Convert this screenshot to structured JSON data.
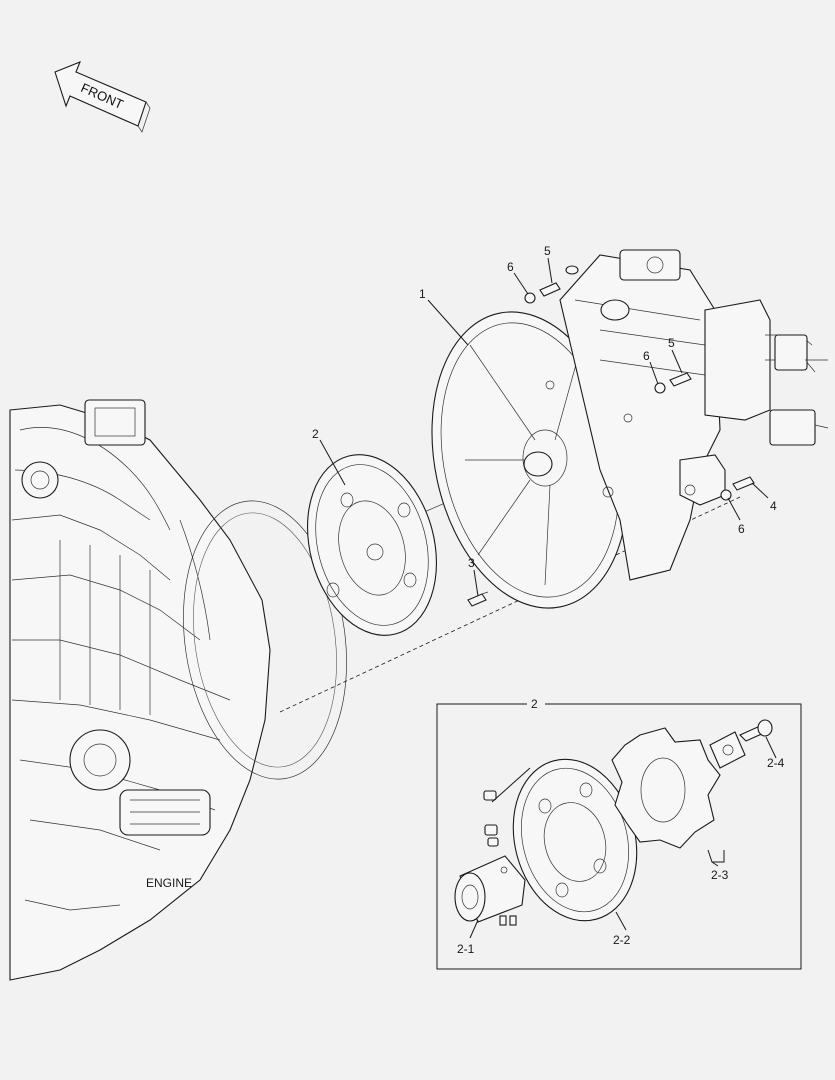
{
  "front_arrow": {
    "label": "FRONT"
  },
  "engine": {
    "label": "ENGINE"
  },
  "callouts": {
    "pump": "1",
    "coupling": "2",
    "bolt_3": "3",
    "bolt_4": "4",
    "bolt_5_top": "5",
    "bolt_5_mid": "5",
    "washer_6_top": "6",
    "washer_6_mid": "6",
    "washer_6_low": "6"
  },
  "detail": {
    "title": "2",
    "items": {
      "hub": "2-1",
      "plate": "2-2",
      "element": "2-3",
      "bolt": "2-4"
    }
  }
}
